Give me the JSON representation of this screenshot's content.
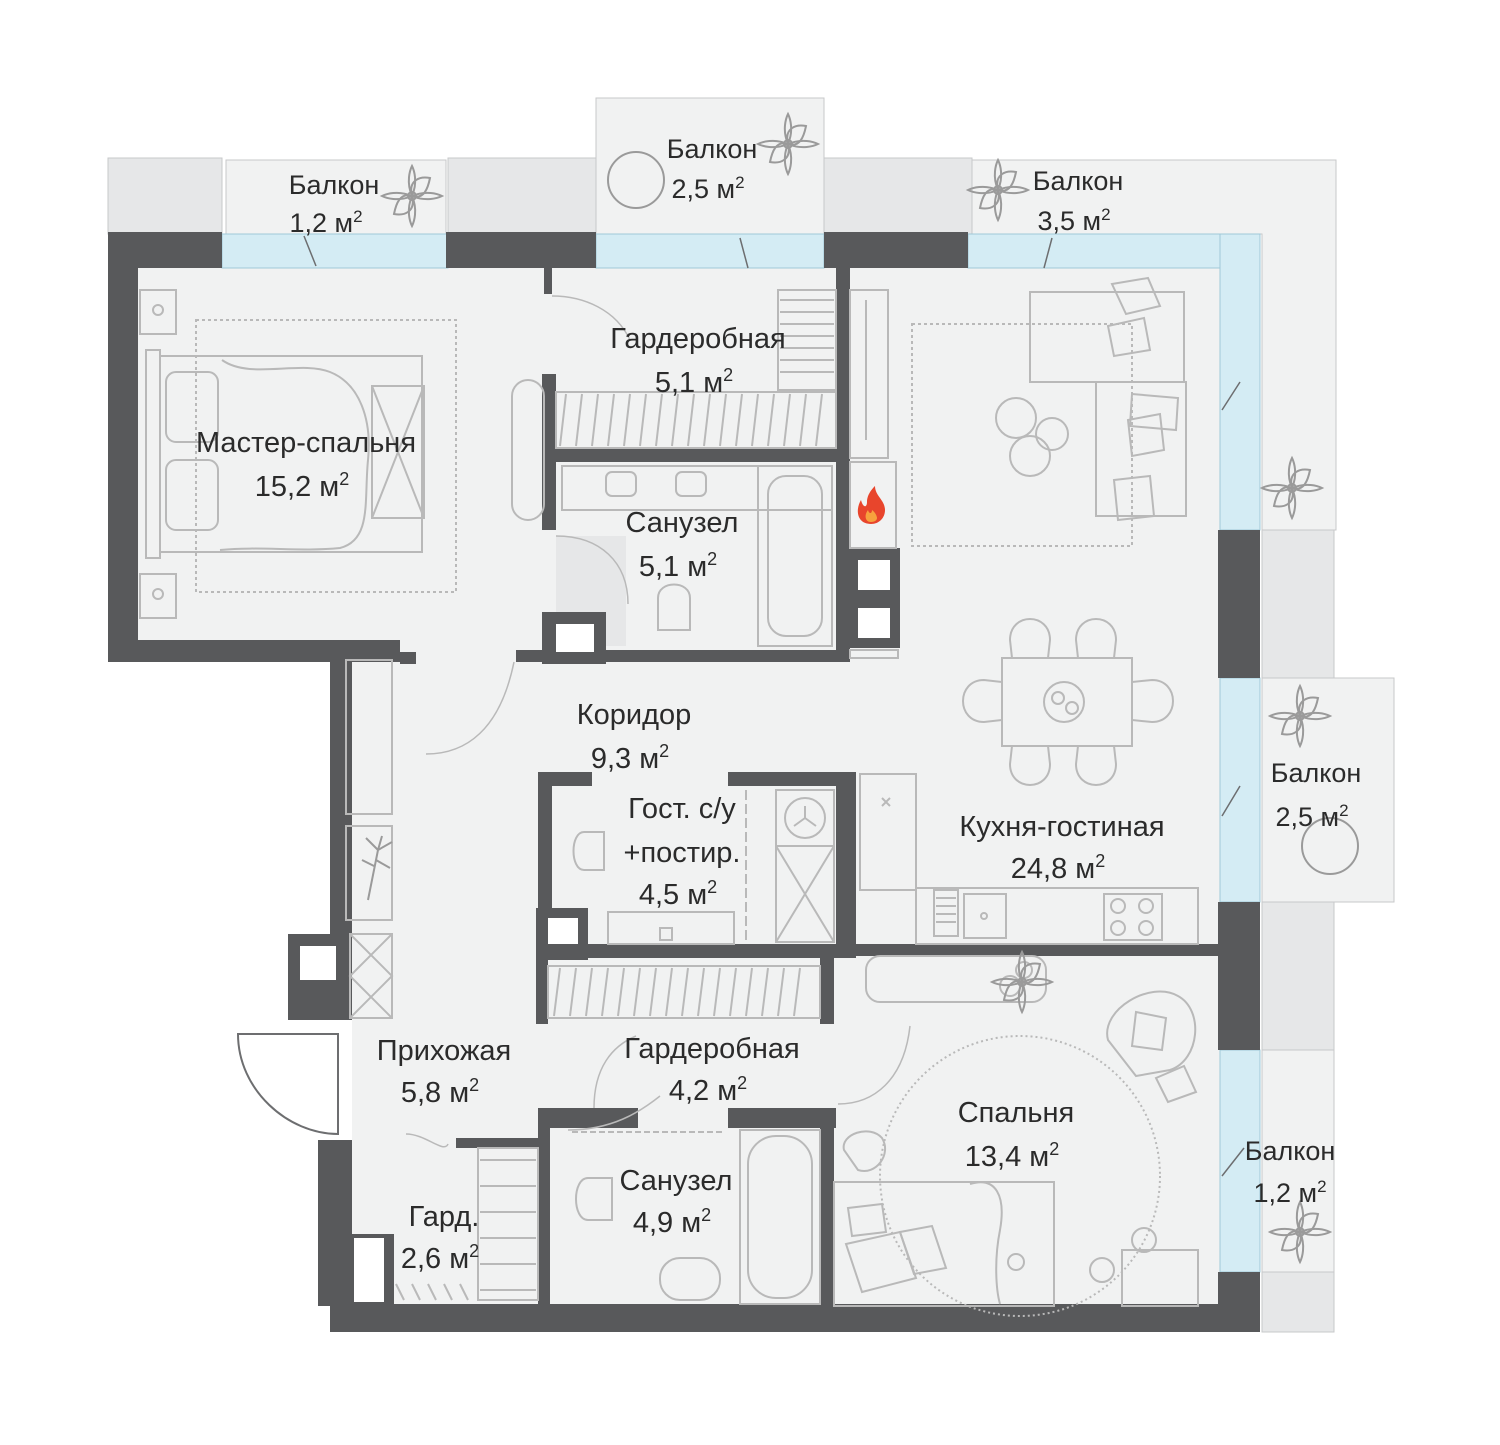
{
  "unit_superscript": "2",
  "rooms": {
    "balcony_1": {
      "name": "Балкон",
      "area": "1,2 м"
    },
    "balcony_2": {
      "name": "Балкон",
      "area": "2,5 м"
    },
    "balcony_3": {
      "name": "Балкон",
      "area": "3,5 м"
    },
    "balcony_4": {
      "name": "Балкон",
      "area": "2,5 м"
    },
    "balcony_5": {
      "name": "Балкон",
      "area": "1,2 м"
    },
    "wardrobe_1": {
      "name": "Гардеробная",
      "area": "5,1 м"
    },
    "master": {
      "name": "Мастер-спальня",
      "area": "15,2 м"
    },
    "bath_1": {
      "name": "Санузел",
      "area": "5,1 м"
    },
    "corridor": {
      "name": "Коридор",
      "area": "9,3 м"
    },
    "guest_wc": {
      "name1": "Гост. с/у",
      "name2": "+постир.",
      "area": "4,5 м"
    },
    "kitchen": {
      "name": "Кухня-гостиная",
      "area": "24,8 м"
    },
    "hall": {
      "name": "Прихожая",
      "area": "5,8 м"
    },
    "wardrobe_2": {
      "name": "Гардеробная",
      "area": "4,2 м"
    },
    "bath_2": {
      "name": "Санузел",
      "area": "4,9 м"
    },
    "closet": {
      "name": "Гард.",
      "area": "2,6 м"
    },
    "bedroom": {
      "name": "Спальня",
      "area": "13,4 м"
    }
  },
  "colors": {
    "wall": "#58595b",
    "floor": "#f1f2f2",
    "balcony": "#e6e7e8",
    "glass": "#d4ecf4",
    "fire": "#e8452c"
  },
  "icons": [
    "fireplace-icon",
    "plant-icon",
    "washing-machine-icon",
    "flower-vase-icon"
  ]
}
